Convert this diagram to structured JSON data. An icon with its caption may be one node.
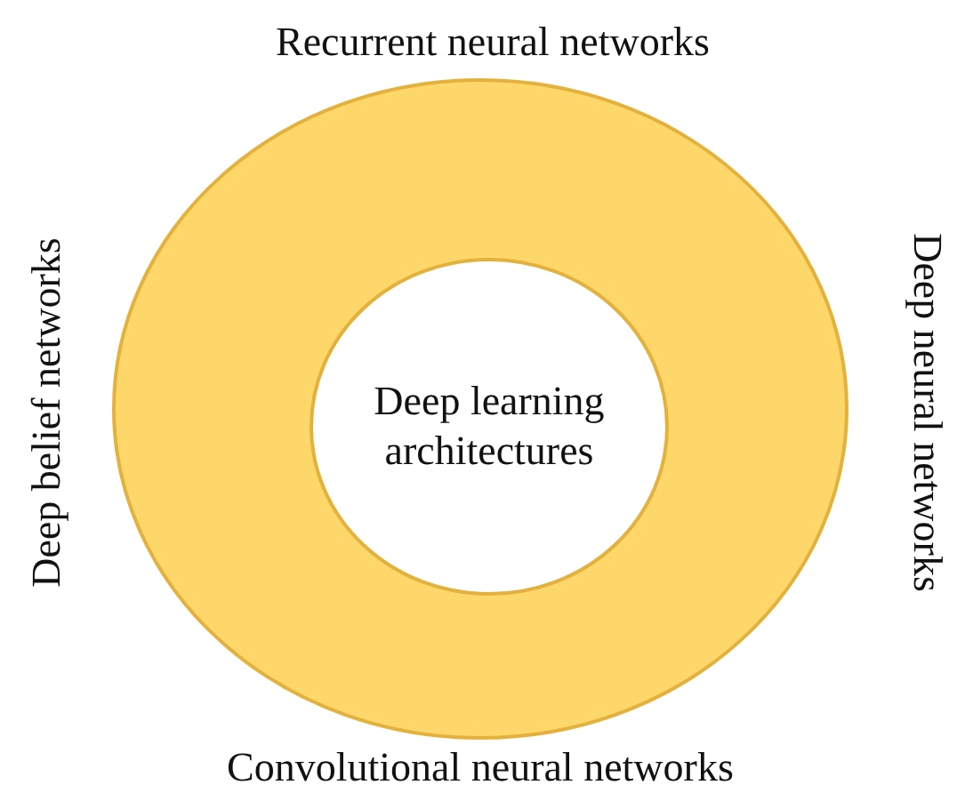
{
  "diagram": {
    "nodes": [
      {
        "text": [],
        "shape": "circle"
      },
      {
        "text": [
          "Deep learning architectures"
        ],
        "in": 0
      }
    ],
    "edges": [],
    "labels": [
      "Recurrent neural networks",
      "Deep belief networks",
      "Deep neural networks",
      "Convolutional neural networks"
    ]
  }
}
